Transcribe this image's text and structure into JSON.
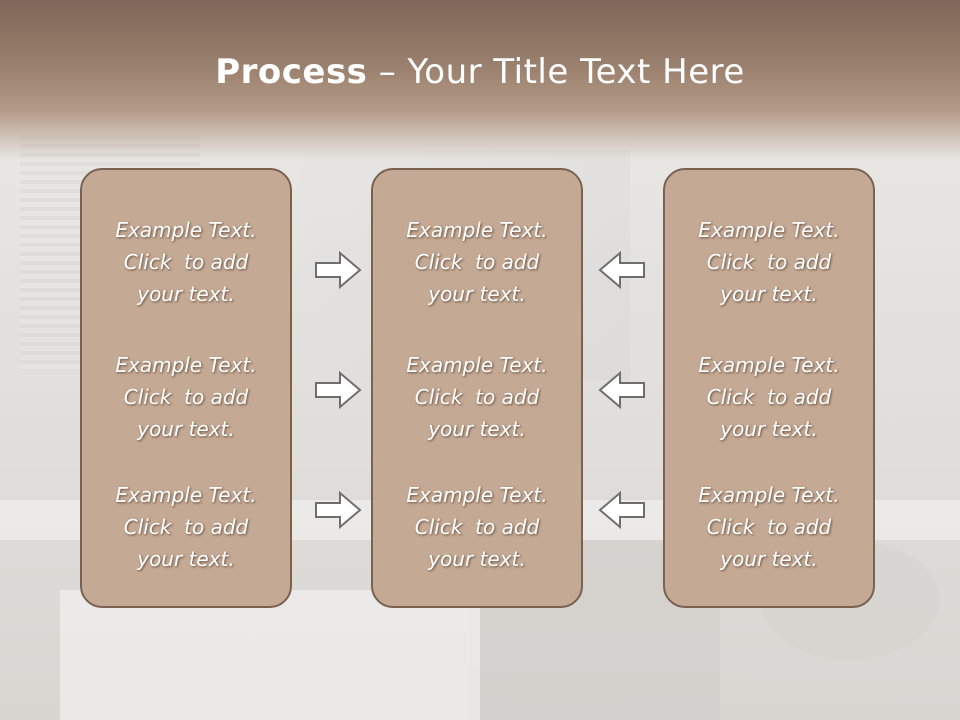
{
  "slide": {
    "title_bold": "Process",
    "title_rest": " – Your Title Text Here"
  },
  "columns": [
    {
      "items": [
        {
          "line1": "Example Text.",
          "line2": "Click  to add",
          "line3": "your text."
        },
        {
          "line1": "Example Text.",
          "line2": "Click  to add",
          "line3": "your text."
        },
        {
          "line1": "Example Text.",
          "line2": "Click  to add",
          "line3": "your text."
        }
      ]
    },
    {
      "items": [
        {
          "line1": "Example Text.",
          "line2": "Click  to add",
          "line3": "your text."
        },
        {
          "line1": "Example Text.",
          "line2": "Click  to add",
          "line3": "your text."
        },
        {
          "line1": "Example Text.",
          "line2": "Click  to add",
          "line3": "your text."
        }
      ]
    },
    {
      "items": [
        {
          "line1": "Example Text.",
          "line2": "Click  to add",
          "line3": "your text."
        },
        {
          "line1": "Example Text.",
          "line2": "Click  to add",
          "line3": "your text."
        },
        {
          "line1": "Example Text.",
          "line2": "Click  to add",
          "line3": "your text."
        }
      ]
    }
  ],
  "icons": {
    "left_arrows": "arrow-right-icon",
    "right_arrows": "arrow-left-icon"
  },
  "colors": {
    "panel_fill": "#c4a994",
    "panel_border": "#7a6150",
    "header": "#9d8370",
    "arrow_stroke": "#6e6e6e"
  }
}
